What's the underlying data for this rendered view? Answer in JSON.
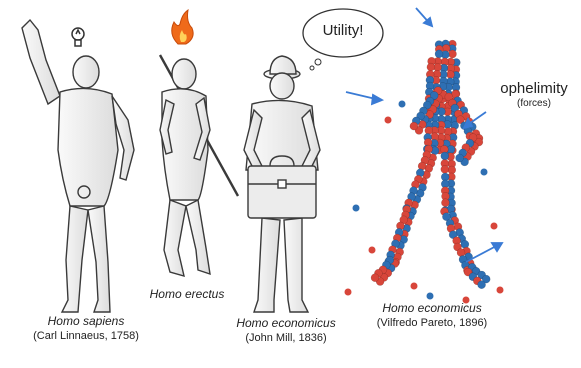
{
  "figures": [
    {
      "name": "Homo sapiens",
      "credit": "(Carl Linnaeus, 1758)",
      "icon": "lightbulb-icon"
    },
    {
      "name": "Homo erectus",
      "credit": "",
      "icon": "flame-icon"
    },
    {
      "name": "Homo economicus",
      "credit": "(John Mill, 1836)",
      "speech": "Utility!"
    },
    {
      "name": "Homo economicus",
      "credit": "(Vilfredo Pareto, 1896)"
    }
  ],
  "annotation": {
    "label": "ophelimity",
    "sublabel": "(forces)"
  },
  "colors": {
    "sphere_red": "#d8463a",
    "sphere_blue": "#2e6fb3",
    "arrow_blue": "#3a7bd5",
    "sketch_line": "#3a3a3a",
    "sketch_fill": "#f1f1f1"
  }
}
